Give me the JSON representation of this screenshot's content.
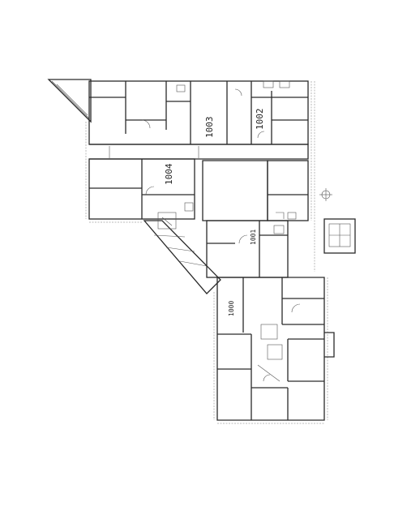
{
  "drawing": {
    "rooms": [
      {
        "id": "r1003",
        "label": "1003"
      },
      {
        "id": "r1002",
        "label": "1002"
      },
      {
        "id": "r1004",
        "label": "1004"
      },
      {
        "id": "r1001",
        "label": "1001"
      },
      {
        "id": "r1000",
        "label": "1000"
      }
    ]
  },
  "colors": {
    "line": "#2a2a2a",
    "paper": "#ffffff"
  }
}
